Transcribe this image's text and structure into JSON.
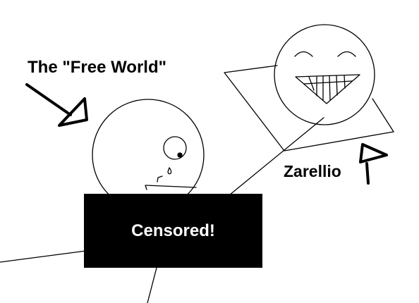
{
  "labels": {
    "free_world": "The \"Free World\"",
    "zarellio": "Zarellio"
  },
  "censor": {
    "text": "Censored!"
  },
  "colors": {
    "ink": "#000000",
    "paper": "#ffffff",
    "censor_text": "#ffffff"
  },
  "icons": [
    "arrow-icon",
    "smiley-face",
    "crying-face"
  ]
}
